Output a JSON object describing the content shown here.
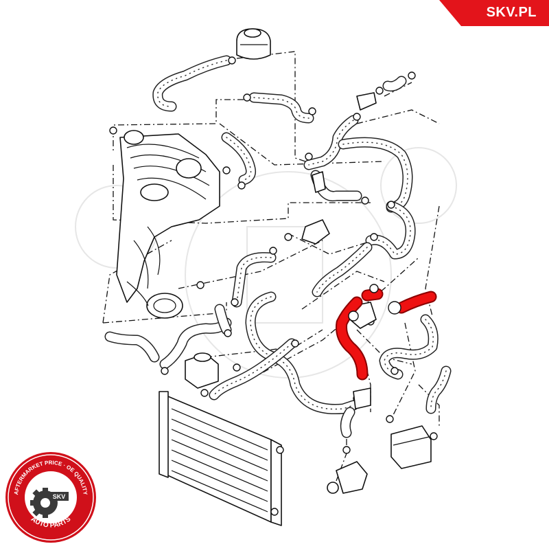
{
  "brand": {
    "banner_text": "SKV.PL",
    "banner_color": "#e3141b",
    "accent_red": "#ee1111"
  },
  "logo": {
    "ring_text_top": "AFTERMARKET PRICE · OE QUALITY",
    "ring_text_bottom": "AUTO PARTS",
    "center_text": "SKV",
    "ring_color": "#d0101a"
  },
  "icons": {
    "highlighted_part": "red-coolant-hose",
    "logo": "skv-gear-seal"
  }
}
